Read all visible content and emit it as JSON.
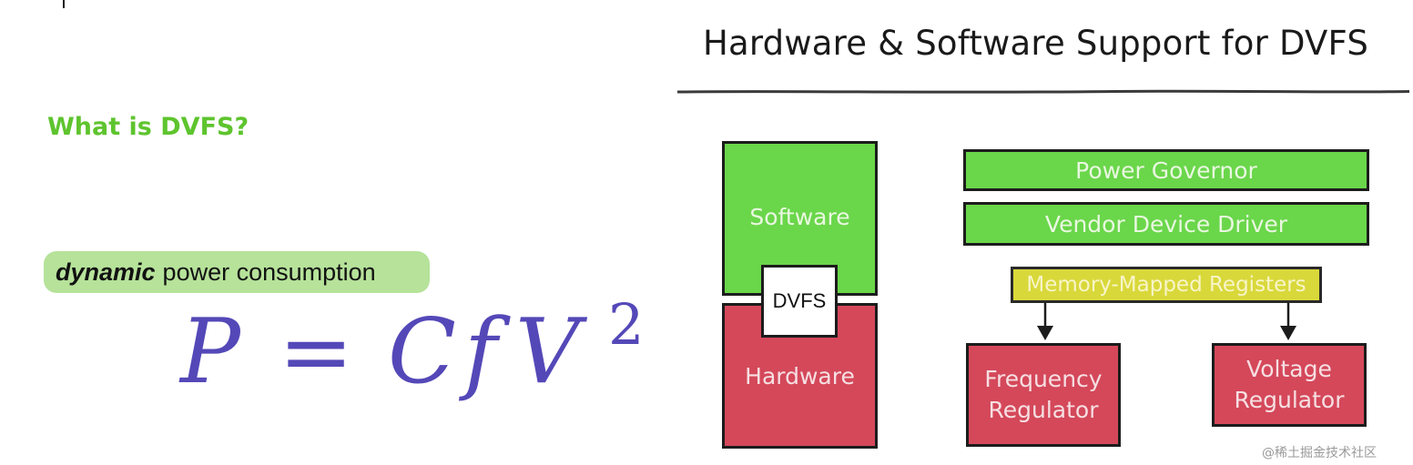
{
  "left_slide": {
    "heading": "What is DVFS?",
    "pill": {
      "emphasis": "dynamic",
      "rest": "power consumption"
    },
    "formula": {
      "p": "P",
      "eq": "=",
      "c": "C",
      "f": "f",
      "v": "V",
      "exp": "2"
    }
  },
  "right_slide": {
    "title": "Hardware & Software Support for DVFS",
    "stack": {
      "software": "Software",
      "dvfs": "DVFS",
      "hardware": "Hardware"
    },
    "layers": {
      "governor": "Power Governor",
      "driver": "Vendor Device Driver",
      "registers": "Memory-Mapped Registers"
    },
    "regulators": {
      "frequency": [
        "Frequency",
        "Regulator"
      ],
      "voltage": [
        "Voltage",
        "Regulator"
      ]
    }
  },
  "watermark": "@稀土掘金技术社区",
  "colors": {
    "heading_green": "#5ec42e",
    "pill_green": "#b6e29a",
    "formula_purple": "#5448b8",
    "box_green": "#6ad64a",
    "box_red": "#d4485a",
    "box_yellow": "#d9d83a"
  }
}
